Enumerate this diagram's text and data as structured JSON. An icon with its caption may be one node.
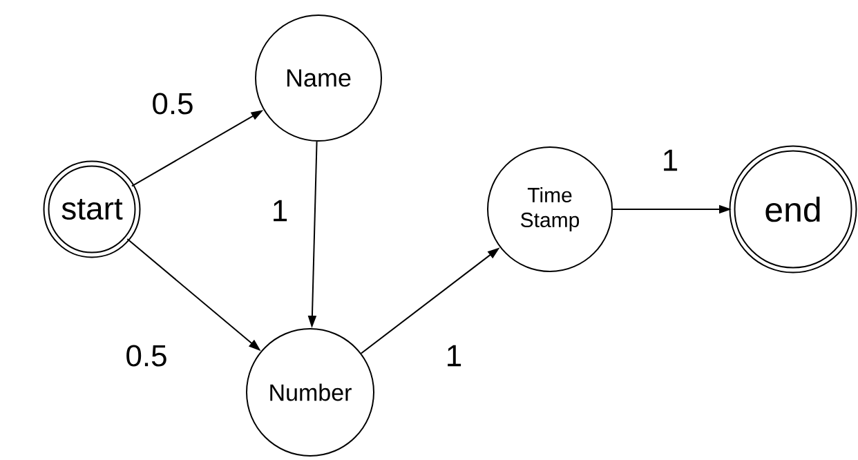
{
  "diagram": {
    "nodes": [
      {
        "text": [
          "start"
        ]
      },
      {
        "text": [
          "Name"
        ]
      },
      {
        "text": [
          "Number"
        ]
      },
      {
        "text": [
          "Time Stamp"
        ]
      },
      {
        "text": [
          "end"
        ]
      }
    ],
    "edges": [
      {
        "from": 0,
        "to": 1,
        "arrow": "to",
        "label": "0.5"
      },
      {
        "from": 0,
        "to": 2,
        "arrow": "to",
        "label": "0.5"
      },
      {
        "from": 1,
        "to": 2,
        "arrow": "to",
        "label": "1"
      },
      {
        "from": 2,
        "to": 3,
        "arrow": "to",
        "label": "1"
      },
      {
        "from": 3,
        "to": 4,
        "arrow": "to",
        "label": "1"
      }
    ]
  }
}
